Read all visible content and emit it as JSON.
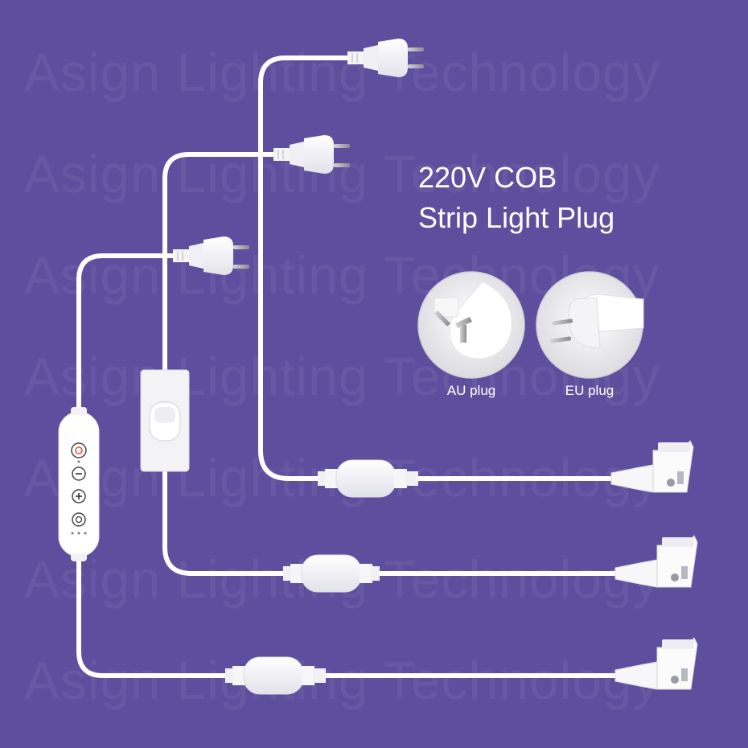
{
  "watermark": "Asign Lighting Technology",
  "heading": {
    "line1": "220V COB",
    "line2": "Strip Light Plug"
  },
  "plug_options": [
    {
      "label": "AU plug",
      "icon": "au-plug-icon"
    },
    {
      "label": "EU plug",
      "icon": "eu-plug-icon"
    }
  ],
  "colors": {
    "background": "#5e4f9e",
    "cable": "#ffffff",
    "text": "#ffffff"
  }
}
